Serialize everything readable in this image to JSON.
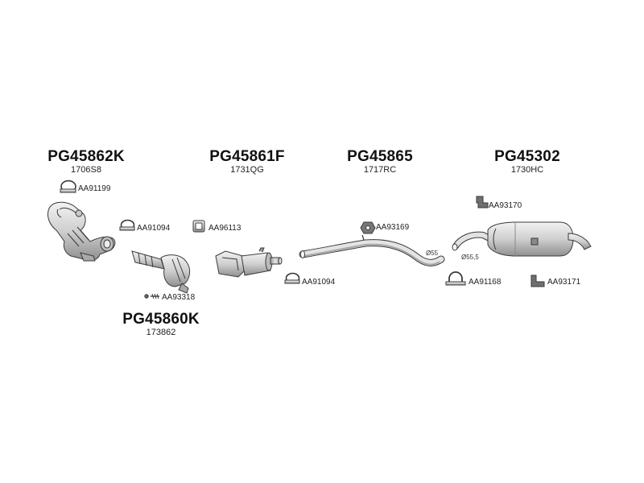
{
  "assemblies": [
    {
      "code": "PG45862K",
      "ref": "1706S8"
    },
    {
      "code": "PG45861F",
      "ref": "1731QG"
    },
    {
      "code": "PG45865",
      "ref": "1717RC"
    },
    {
      "code": "PG45302",
      "ref": "1730HC"
    },
    {
      "code": "PG45860K",
      "ref": "173862"
    }
  ],
  "parts": {
    "aa91199": "AA91199",
    "aa91094_a": "AA91094",
    "aa96113": "AA96113",
    "aa93318": "AA93318",
    "aa93169": "AA93169",
    "aa91094_b": "AA91094",
    "aa93170": "AA93170",
    "aa91168": "AA91168",
    "aa93171": "AA93171"
  },
  "dimensions": {
    "pipe_diameter": "Ø55",
    "muffler_diameter": "Ø55,5"
  },
  "colors": {
    "line": "#3a3a3a",
    "part_fill": "#d9d9d9",
    "part_shade": "#9a9a9a"
  }
}
